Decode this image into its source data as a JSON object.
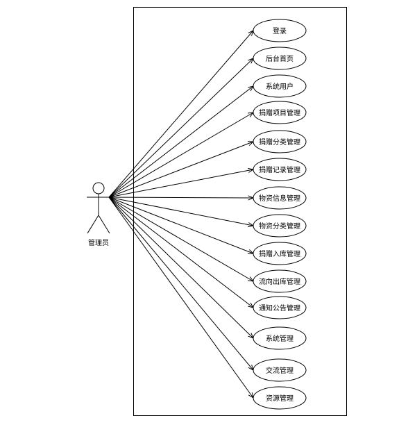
{
  "actor": {
    "label": "管理员"
  },
  "use_cases": [
    "登录",
    "后台首页",
    "系统用户",
    "捐赠项目管理",
    "捐赠分类管理",
    "捐赠记录管理",
    "物资信息管理",
    "物资分类管理",
    "捐赠入库管理",
    "流向出库管理",
    "通知公告管理",
    "系统管理",
    "交流管理",
    "资源管理"
  ],
  "colors": {
    "stroke": "#000000",
    "background": "#ffffff"
  }
}
